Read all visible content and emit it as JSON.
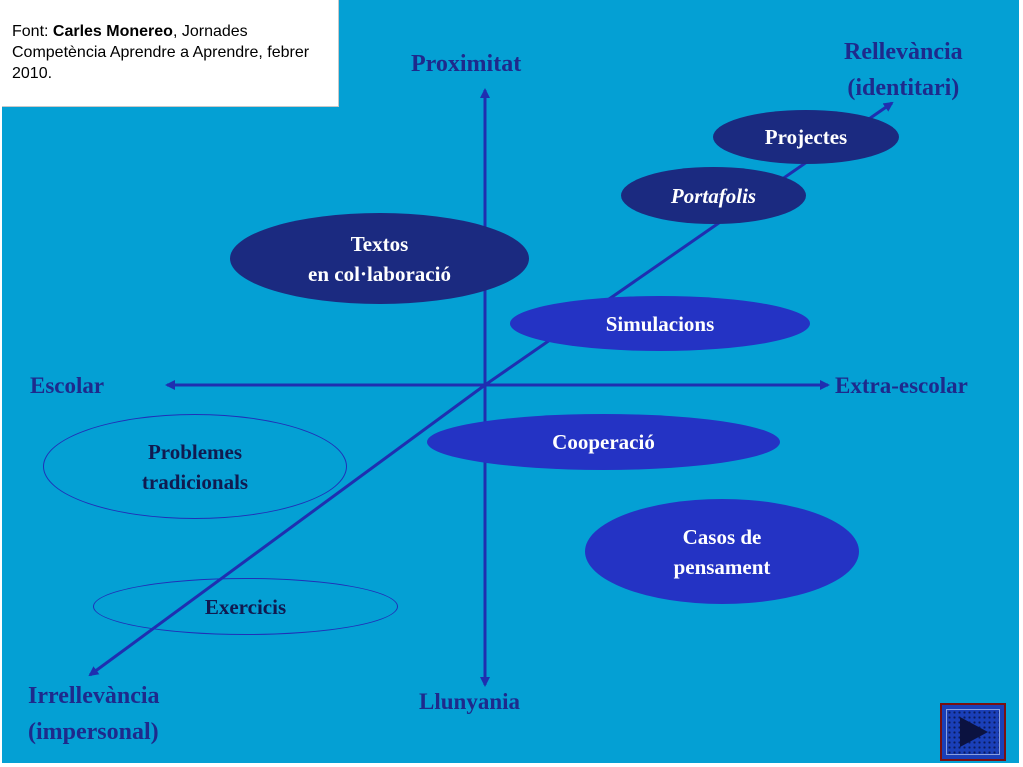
{
  "source_note": {
    "prefix": "Font: ",
    "author": "Carles Monereo",
    "rest": ", Jornades Competència Aprendre a Aprendre, febrer 2010."
  },
  "axes": {
    "top": "Proximitat",
    "bottom": "Llunyania",
    "left": "Escolar",
    "right": "Extra-escolar",
    "diag_top_line1": "Rellevància",
    "diag_top_line2": "(identitari)",
    "diag_bottom_line1": "Irrellevància",
    "diag_bottom_line2": "(impersonal)"
  },
  "nodes": {
    "projectes": "Projectes",
    "portafolis": "Portafolis",
    "textos_line1": "Textos",
    "textos_line2": "en col·laboració",
    "simulacions": "Simulacions",
    "cooperacio": "Cooperació",
    "problemes_line1": "Problemes",
    "problemes_line2": "tradicionals",
    "casos_line1": "Casos de",
    "casos_line2": "pensament",
    "exercicis": "Exercicis"
  },
  "colors": {
    "background": "#04a0d4",
    "axis": "#1f2fb0",
    "dark_ellipse": "#1b2a80",
    "mid_ellipse": "#2433c4",
    "label_text": "#1e2a8c"
  },
  "icons": {
    "next": "play-triangle-icon"
  }
}
